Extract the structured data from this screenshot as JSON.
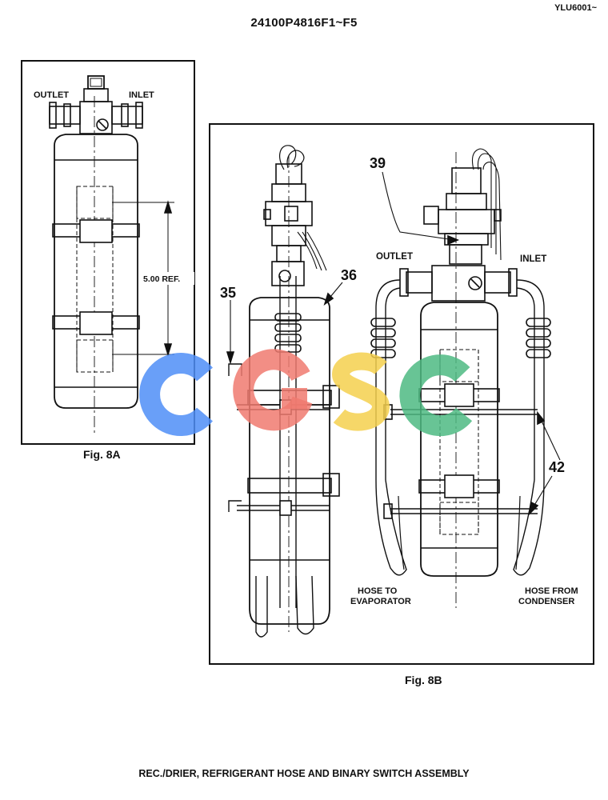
{
  "header": {
    "doc_code": "YLU6001~",
    "part_number": "24100P4816F1~F5"
  },
  "fig8a": {
    "caption": "Fig. 8A",
    "outlet_label": "OUTLET",
    "inlet_label": "INLET",
    "dimension_label": "5.00 REF."
  },
  "fig8b": {
    "caption": "Fig. 8B",
    "callout_35": "35",
    "callout_36": "36",
    "callout_39": "39",
    "callout_42": "42",
    "outlet_label": "OUTLET",
    "inlet_label": "INLET",
    "hose_left_line1": "HOSE  TO",
    "hose_left_line2": "EVAPORATOR",
    "hose_right_line1": "HOSE  FROM",
    "hose_right_line2": "CONDENSER"
  },
  "watermark": {
    "letters": [
      "C",
      "G",
      "S",
      "C"
    ],
    "colors": [
      "#4f8ef7",
      "#f07a70",
      "#f5d04e",
      "#4dba83"
    ]
  },
  "footer": {
    "title": "REC./DRIER, REFRIGERANT HOSE AND BINARY SWITCH ASSEMBLY"
  }
}
